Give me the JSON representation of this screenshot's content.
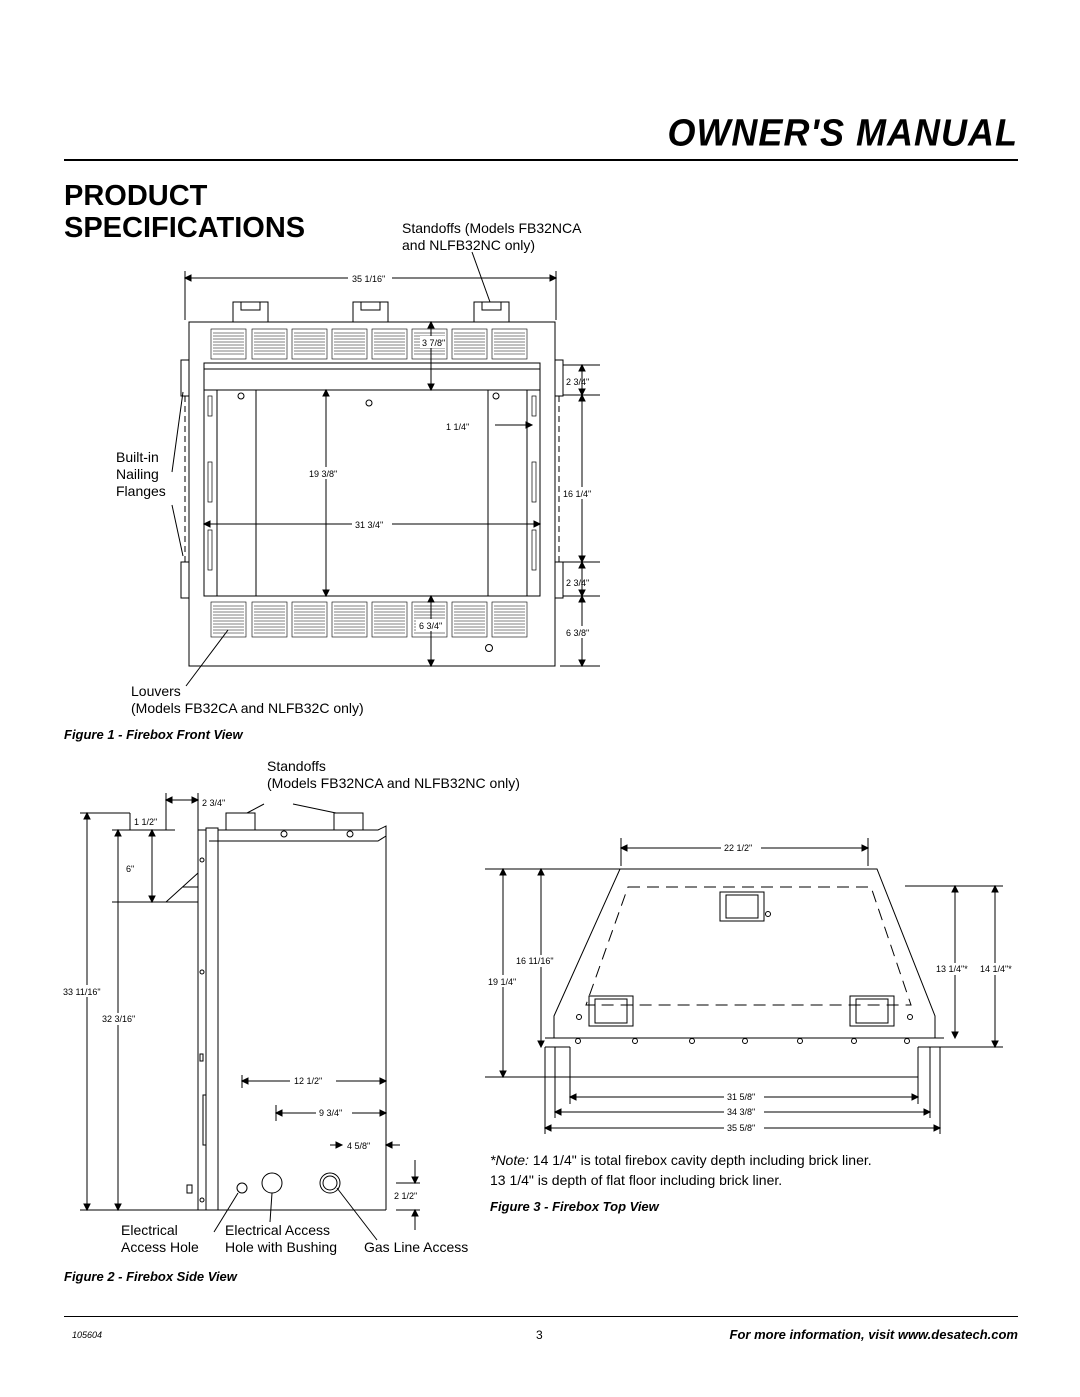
{
  "header": {
    "title": "OWNER'S MANUAL"
  },
  "section": {
    "title_line1": "PRODUCT",
    "title_line2": "SPECIFICATIONS"
  },
  "fig1": {
    "standoffs_line1": "Standoffs (Models FB32NCA",
    "standoffs_line2": "and NLFB32NC only)",
    "flanges_line1": "Built-in",
    "flanges_line2": "Nailing",
    "flanges_line3": "Flanges",
    "louvers_line1": "Louvers",
    "louvers_line2": "(Models FB32CA and NLFB32C only)",
    "caption": "Figure 1 -  Firebox Front View",
    "dims": {
      "width_total": "35 1/16\"",
      "top_gap": "3 7/8\"",
      "right_top": "2 3/4\"",
      "inner_top": "1 1/4\"",
      "inner_height": "19 3/8\"",
      "right_mid": "16 1/4\"",
      "inner_width": "31 3/4\"",
      "right_bottom": "2 3/4\"",
      "bottom_gap": "6 3/4\"",
      "right_base": "6 3/8\""
    }
  },
  "fig2": {
    "standoffs_line1": "Standoffs",
    "standoffs_line2": "(Models FB32NCA and NLFB32NC only)",
    "elec_hole_line1": "Electrical",
    "elec_hole_line2": "Access Hole",
    "elec_bush_line1": "Electrical Access",
    "elec_bush_line2": "Hole with Bushing",
    "gas_line": "Gas Line Access",
    "caption": "Figure 2 -  Firebox Side View",
    "dims": {
      "standoff_depth": "2 3/4\"",
      "top_offset": "1 1/2\"",
      "six": "6\"",
      "total_height": "33 11/16\"",
      "body_height": "32 3/16\"",
      "depth": "12 1/2\"",
      "hole3": "9 3/4\"",
      "hole2": "4 5/8\"",
      "hole_height": "2 1/2\""
    }
  },
  "fig3": {
    "caption": "Figure 3 -  Firebox Top View",
    "note_prefix": "*Note:",
    "note_line1": " 14 1/4\" is total firebox cavity depth including brick liner.",
    "note_line2": "13 1/4\" is depth of flat floor including brick liner.",
    "dims": {
      "back_width": "22 1/2\"",
      "depth_a": "16 11/16\"",
      "depth_b": "19 1/4\"",
      "floor_depth": "13 1/4\"*",
      "cavity_depth": "14 1/4\"*",
      "w1": "31 5/8\"",
      "w2": "34 3/8\"",
      "w3": "35 5/8\""
    }
  },
  "footer": {
    "doc_number": "105604",
    "page": "3",
    "info": "For more information, visit www.desatech.com"
  }
}
